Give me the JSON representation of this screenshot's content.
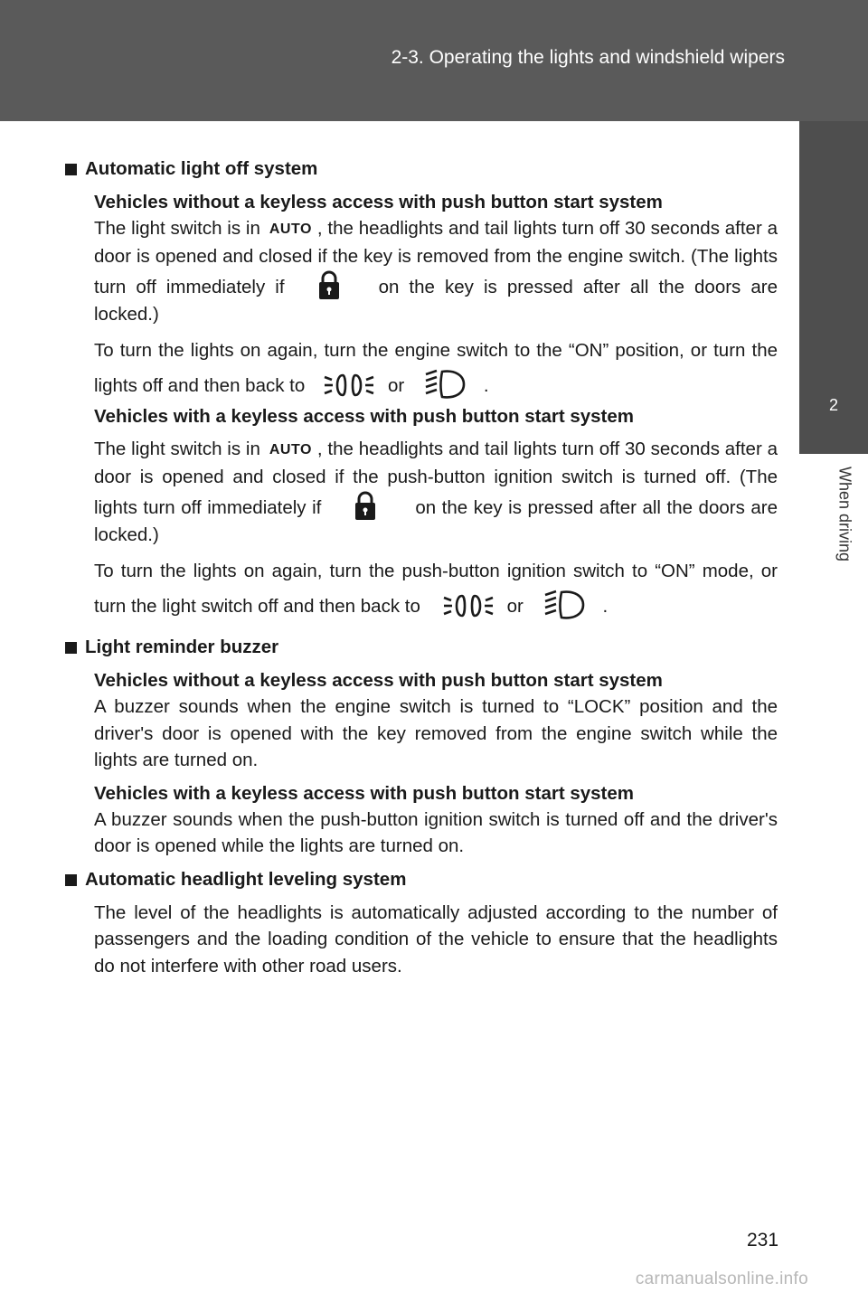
{
  "header": {
    "title": "2-3. Operating the lights and windshield wipers"
  },
  "side_tab": {
    "number": "2",
    "label": "When driving"
  },
  "icons": {
    "auto": "AUTO",
    "lock": "lock-icon",
    "tail": "tail-light-icon",
    "head": "headlight-icon"
  },
  "sections": {
    "auto_off": {
      "title": "Automatic light off system",
      "no_keyless": {
        "heading": "Vehicles without a keyless access with push button start system",
        "p1_a": "The light switch is in",
        "p1_b": ", the headlights and tail lights turn off 30 seconds after a door is opened and closed if the key is removed from the engine switch. (The lights turn off immediately if",
        "p1_c": "on the key is pressed after all the doors are locked.)",
        "p2_a": "To turn the lights on again, turn the engine switch to the “ON” position, or turn the lights off and then back to",
        "p2_or": "or",
        "p2_end": "."
      },
      "keyless": {
        "heading": "Vehicles with a keyless access with push button start system",
        "p1_a": "The light switch is in",
        "p1_b": ", the headlights and tail lights turn off 30 seconds after a door is opened and closed if the push-button ignition switch is turned off. (The lights turn off immediately if",
        "p1_c": "on the key is pressed after all the doors are locked.)",
        "p2_a": "To turn the lights on again, turn the push-button ignition switch to “ON” mode, or turn the light switch off and then back to",
        "p2_or": "or",
        "p2_end": "."
      }
    },
    "reminder": {
      "title": "Light reminder buzzer",
      "no_keyless": {
        "heading": "Vehicles without a keyless access with push button start system",
        "text": "A buzzer sounds when the engine switch is turned to “LOCK” position and the driver's door is opened with the key removed from the engine switch while the lights are turned on."
      },
      "keyless": {
        "heading": "Vehicles with a keyless access with push button start system",
        "text": "A buzzer sounds when the push-button ignition switch is turned off and the driver's door is opened while the lights are turned on."
      }
    },
    "leveling": {
      "title": "Automatic headlight leveling system",
      "text": "The level of the headlights is automatically adjusted according to the number of passengers and the loading condition of the vehicle to ensure that the headlights do not interfere with other road users."
    }
  },
  "page_number": "231",
  "footer": "carmanualsonline.info"
}
